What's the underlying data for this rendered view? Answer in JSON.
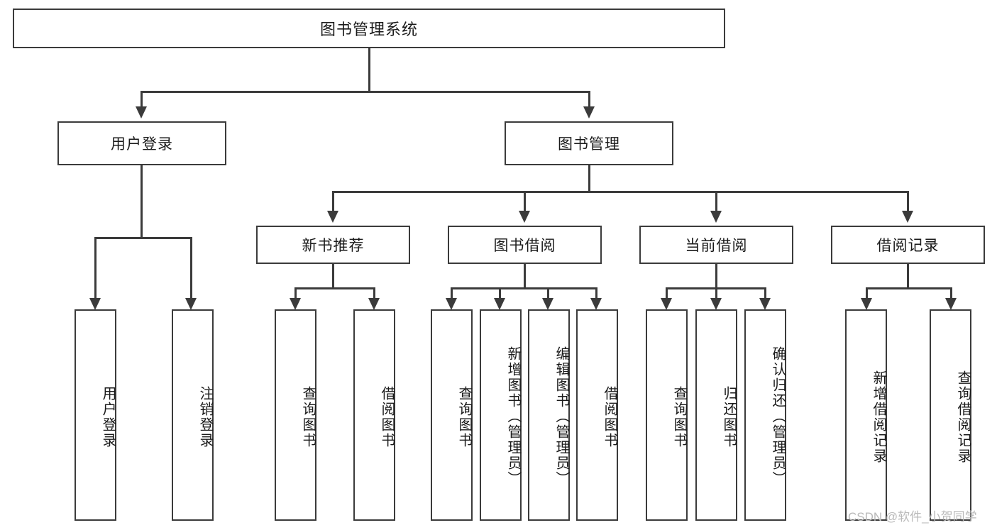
{
  "diagram": {
    "title": "图书管理系统",
    "type": "hierarchy-tree",
    "root": {
      "id": "root",
      "label": "图书管理系统",
      "orientation": "horizontal"
    },
    "level2": [
      {
        "id": "user-login",
        "label": "用户登录",
        "orientation": "horizontal"
      },
      {
        "id": "book-management",
        "label": "图书管理",
        "orientation": "horizontal"
      }
    ],
    "level3": [
      {
        "id": "new-book-recommend",
        "label": "新书推荐",
        "orientation": "horizontal"
      },
      {
        "id": "book-borrow",
        "label": "图书借阅",
        "orientation": "horizontal"
      },
      {
        "id": "current-borrow",
        "label": "当前借阅",
        "orientation": "horizontal"
      },
      {
        "id": "borrow-record",
        "label": "借阅记录",
        "orientation": "horizontal"
      }
    ],
    "leaves": {
      "user-login": [
        {
          "id": "leaf-user-login",
          "label": "用户登录",
          "orientation": "vertical"
        },
        {
          "id": "leaf-logout-login",
          "label": "注销登录",
          "orientation": "vertical"
        }
      ],
      "new-book-recommend": [
        {
          "id": "leaf-query-book-1",
          "label": "查询图书",
          "orientation": "vertical"
        },
        {
          "id": "leaf-borrow-book-1",
          "label": "借阅图书",
          "orientation": "vertical"
        }
      ],
      "book-borrow": [
        {
          "id": "leaf-query-book-2",
          "label": "查询图书",
          "orientation": "vertical"
        },
        {
          "id": "leaf-add-book-admin",
          "label": "新增图书（管理员）",
          "orientation": "vertical"
        },
        {
          "id": "leaf-edit-book-admin",
          "label": "编辑图书（管理员）",
          "orientation": "vertical"
        },
        {
          "id": "leaf-borrow-book-2",
          "label": "借阅图书",
          "orientation": "vertical"
        }
      ],
      "current-borrow": [
        {
          "id": "leaf-query-book-3",
          "label": "查询图书",
          "orientation": "vertical"
        },
        {
          "id": "leaf-return-book",
          "label": "归还图书",
          "orientation": "vertical"
        },
        {
          "id": "leaf-confirm-return-admin",
          "label": "确认归还（管理员）",
          "orientation": "vertical"
        }
      ],
      "borrow-record": [
        {
          "id": "leaf-add-borrow-record",
          "label": "新增借阅记录",
          "orientation": "vertical"
        },
        {
          "id": "leaf-query-borrow-record",
          "label": "查询借阅记录",
          "orientation": "vertical"
        }
      ]
    },
    "watermark": "CSDN @软件_小贺同学",
    "colors": {
      "stroke": "#3b3b3b",
      "fill": "#ffffff",
      "text": "#1a1a1a",
      "watermark": "#b9b9b9"
    }
  }
}
